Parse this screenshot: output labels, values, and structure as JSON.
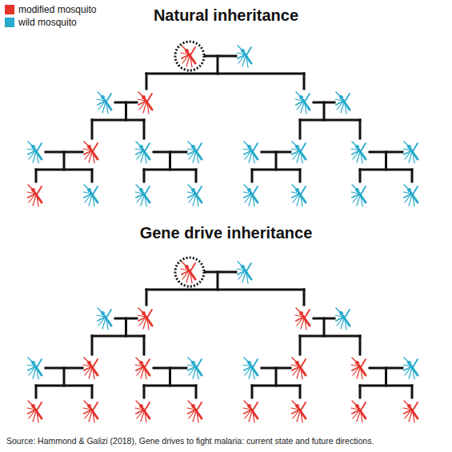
{
  "diagram": {
    "caption": "Source: Hammond & Galizi (2018), Gene drives to fight malaria: current state and future directions.",
    "labels": [
      "Natural inheritance",
      "Gene drive inheritance"
    ],
    "legend": [
      {
        "text": "modified mosquito",
        "color": "#e5332a"
      },
      {
        "text": "wild mosquito",
        "color": "#27aacc"
      }
    ]
  }
}
